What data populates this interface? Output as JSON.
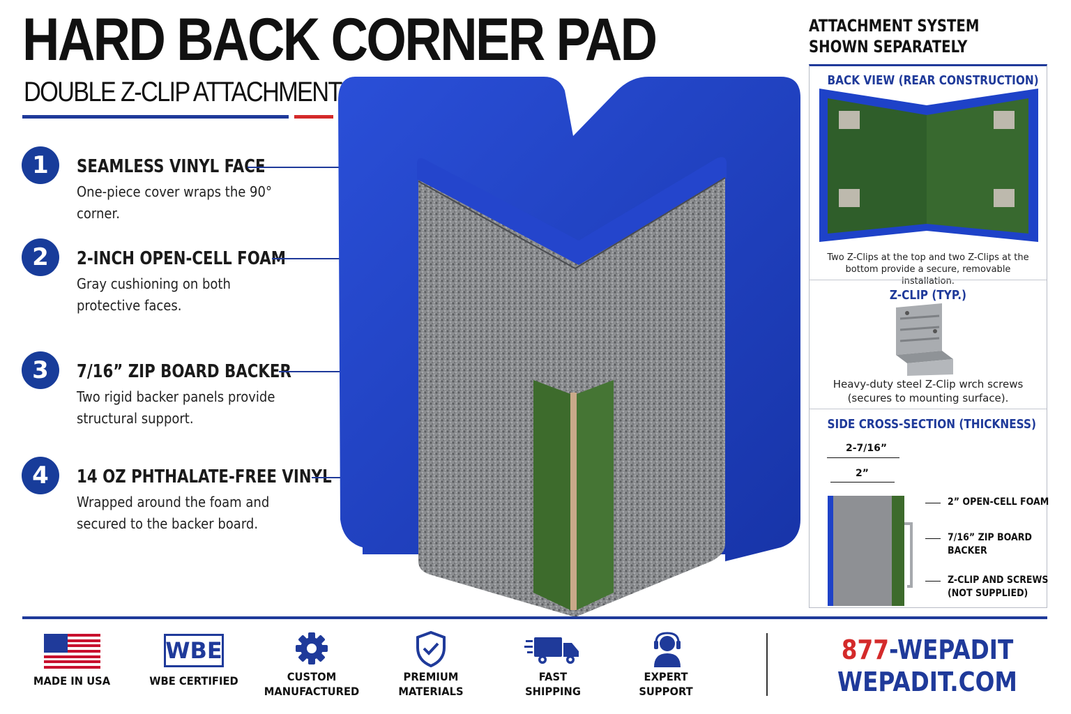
{
  "header": {
    "title": "HARD BACK CORNER PAD",
    "subtitle": "DOUBLE Z-CLIP ATTACHMENT"
  },
  "features": [
    {
      "number": "1",
      "title": "SEAMLESS VINYL FACE",
      "desc": "One-piece cover wraps the 90° corner."
    },
    {
      "number": "2",
      "title": "2-INCH OPEN-CELL FOAM",
      "desc": "Gray cushioning on both protective faces."
    },
    {
      "number": "3",
      "title": "7/16” ZIP BOARD BACKER",
      "desc": "Two rigid backer panels provide structural support."
    },
    {
      "number": "4",
      "title": "14 OZ PHTHALATE-FREE VINYL",
      "desc": "Wrapped around the foam and secured to the backer board."
    }
  ],
  "attachment": {
    "heading_line1": "ATTACHMENT SYSTEM",
    "heading_line2": "SHOWN SEPARATELY",
    "back_view": {
      "title": "BACK VIEW (REAR CONSTRUCTION)",
      "note": "Two Z-Clips at the top and two Z-Clips at the bottom provide a secure, removable installation."
    },
    "zclip": {
      "title": "Z-CLIP (TYP.)",
      "note_line1": "Heavy-duty steel Z-Clip wrch screws",
      "note_line2": "(secures to mounting surface)."
    },
    "cross_section": {
      "title": "SIDE CROSS-SECTION (THICKNESS)",
      "dim_outer": "2-7/16”",
      "dim_inner": "2”",
      "label_foam": "2” OPEN-CELL FOAM",
      "label_backer_1": "7/16” ZIP BOARD",
      "label_backer_2": "BACKER",
      "label_clip_1": "Z-CLIP AND SCREWS",
      "label_clip_2": "(NOT SUPPLIED)"
    }
  },
  "badges": [
    {
      "icon": "us-flag-icon",
      "line1": "MADE IN USA",
      "line2": ""
    },
    {
      "icon": "wbe-logo",
      "logo_text": "WBE",
      "line1": "WBE CERTIFIED",
      "line2": ""
    },
    {
      "icon": "gear-icon",
      "line1": "CUSTOM",
      "line2": "MANUFACTURED"
    },
    {
      "icon": "shield-check-icon",
      "line1": "PREMIUM",
      "line2": "MATERIALS"
    },
    {
      "icon": "truck-icon",
      "line1": "FAST",
      "line2": "SHIPPING"
    },
    {
      "icon": "headset-icon",
      "line1": "EXPERT",
      "line2": "SUPPORT"
    }
  ],
  "contact": {
    "phone_prefix": "877",
    "phone_rest": "-WEPADIT",
    "website": "WEPADIT.COM"
  },
  "colors": {
    "brand_blue": "#1f3a9a",
    "pad_blue": "#1e3fc4",
    "accent_red": "#d42a2a",
    "foam_gray": "#8d8f92",
    "backer_green": "#3d6b2c"
  }
}
